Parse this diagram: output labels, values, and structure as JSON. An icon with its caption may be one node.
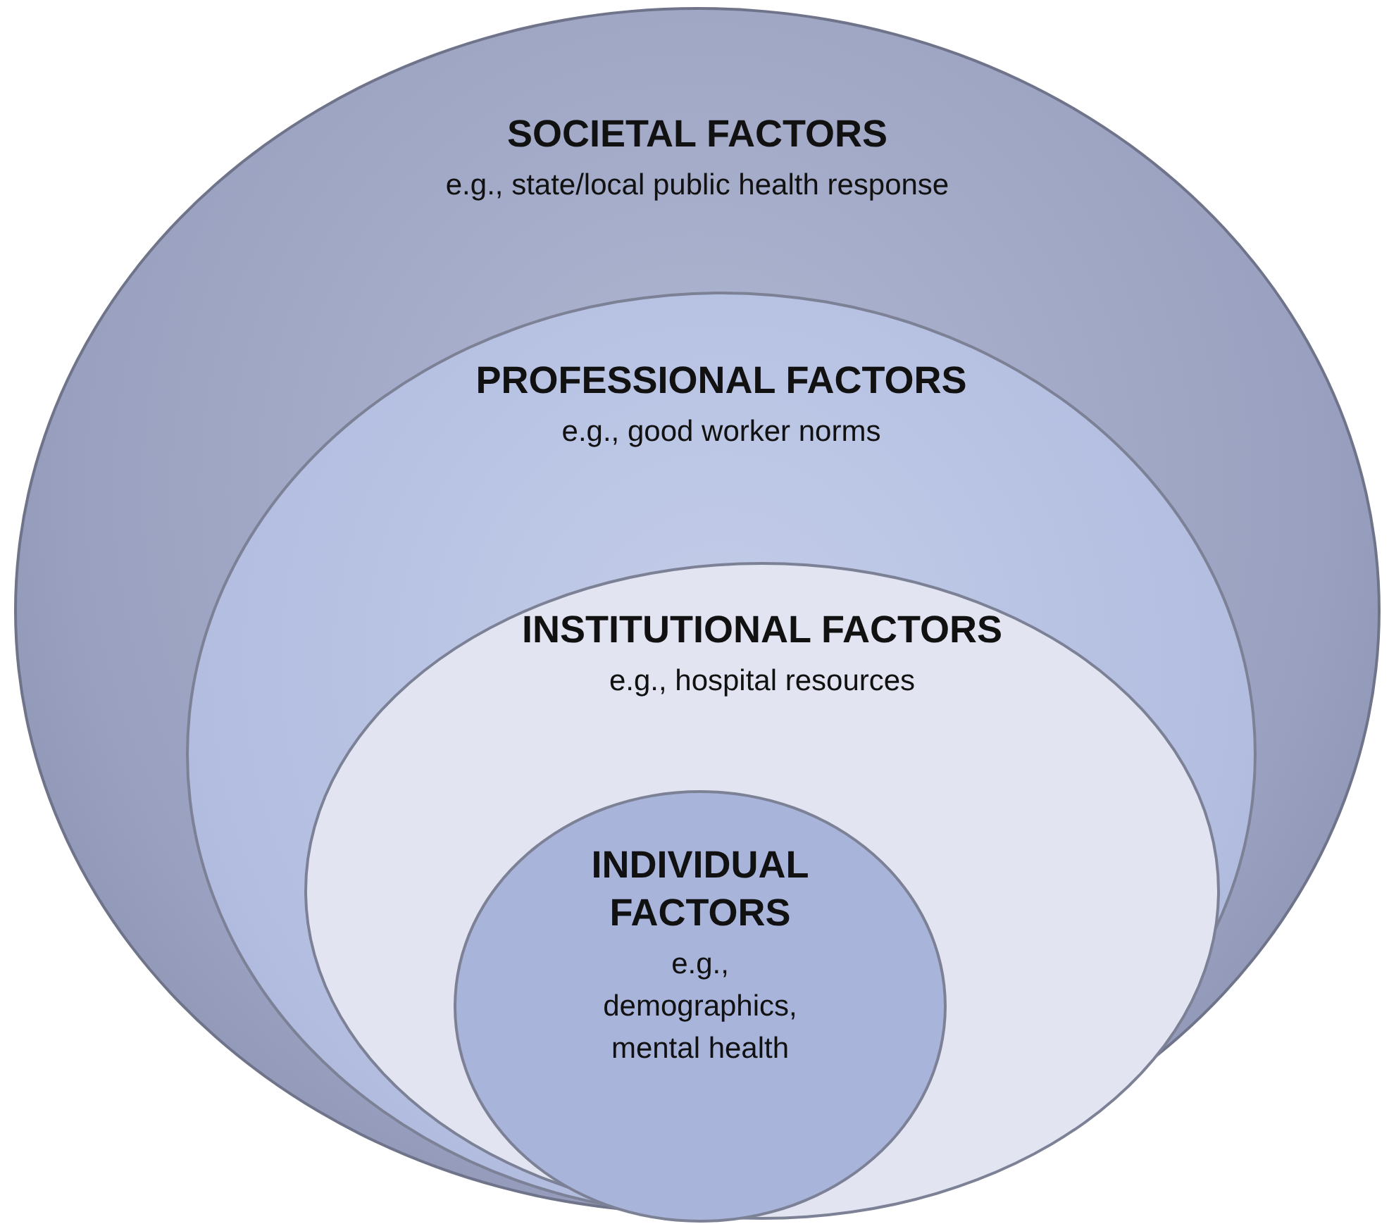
{
  "diagram": {
    "nodes": [
      {
        "text": [
          "SOCIETAL FACTORS",
          "e.g., state/local public health response"
        ]
      },
      {
        "text": [
          "PROFESSIONAL FACTORS",
          "e.g., good worker norms"
        ],
        "in": 0
      },
      {
        "text": [
          "INSTITUTIONAL FACTORS",
          "e.g., hospital resources"
        ],
        "in": 1
      },
      {
        "text": [
          "INDIVIDUAL FACTORS",
          "e.g., demographics, mental health"
        ],
        "in": 2
      }
    ]
  }
}
